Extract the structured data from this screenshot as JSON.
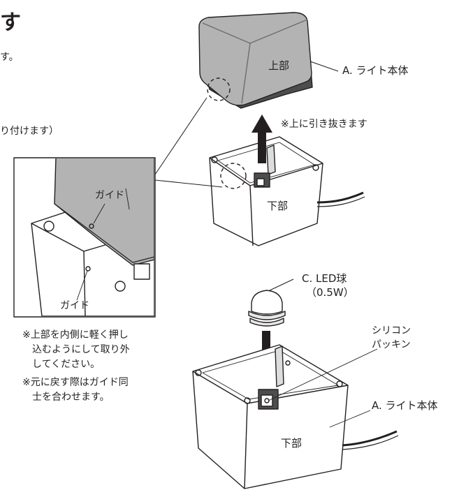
{
  "heading": "す",
  "intro": {
    "line1": "す。",
    "line2": "り付けます）"
  },
  "labels": {
    "light_body_top": "A. ライト本体",
    "upper_part": "上部",
    "pull_out_note": "※上に引き抜きます",
    "lower_part_top": "下部",
    "guide_upper": "ガイド",
    "guide_lower": "ガイド",
    "led_bulb_name": "C. LED球",
    "led_bulb_watt": "（0.5W）",
    "silicone_1": "シリコン",
    "silicone_2": "パッキン",
    "light_body_bottom": "A. ライト本体",
    "lower_part_bottom": "下部"
  },
  "notes": {
    "note1_line1": "※上部を内側に軽く押し",
    "note1_line2": "込むようにして取り外",
    "note1_line3": "してください。",
    "note2_line1": "※元に戻す際はガイド同",
    "note2_line2": "士を合わせます。"
  },
  "colors": {
    "housing_gray": "#b3b3b3",
    "housing_dark": "#4d4d4d",
    "line": "#231f20",
    "box_fill": "#ffffff"
  }
}
